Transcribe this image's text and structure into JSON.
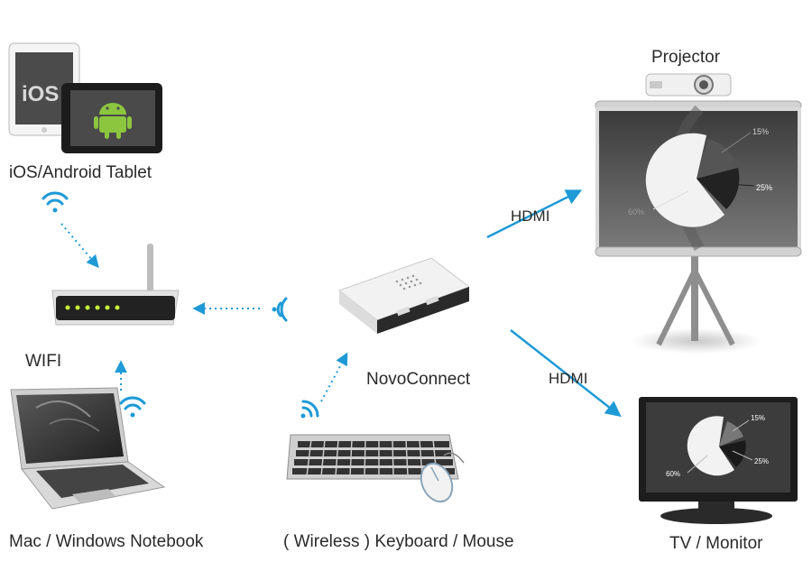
{
  "devices": {
    "tablet_label": "iOS/Android Tablet",
    "tablet_ios_text": "iOS",
    "wifi_label": "WIFI",
    "notebook_label": "Mac / Windows Notebook",
    "keyboard_label": "( Wireless ) Keyboard / Mouse",
    "hub_label": "NovoConnect",
    "projector_label": "Projector",
    "tv_label": "TV / Monitor"
  },
  "connections": {
    "hdmi_projector": "HDMI",
    "hdmi_tv": "HDMI"
  },
  "screen_chart": {
    "slices": [
      "15%",
      "25%",
      "60%"
    ]
  },
  "colors": {
    "accent": "#1e9ad6",
    "led": "#c6f23a",
    "android": "#8cc63f"
  }
}
